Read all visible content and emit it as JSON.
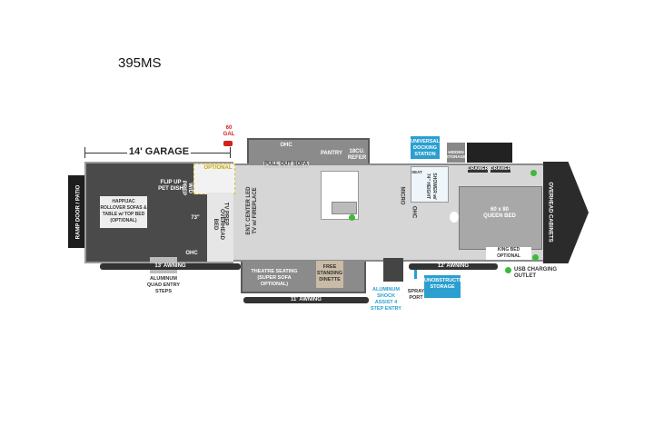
{
  "model": "395MS",
  "garage": {
    "dimension": "14' GARAGE",
    "fuel": "60 GAL",
    "optional": "OPTIONAL",
    "ramp_door": "RAMP DOOR / PATIO",
    "sofas": "HAPPIJAC ROLLOVER SOFAS & TABLE w/ TOP BED (OPTIONAL)",
    "pet_dish": "FLIP UP PET DISH",
    "wd_prep": "W/D PREP",
    "overhead_bed": "OVERHEAD BED",
    "height": "73\"",
    "tv_prep": "TV PREP",
    "ohc": "OHC",
    "steps": "ALUMINUM QUAD ENTRY STEPS"
  },
  "living": {
    "ohc": "OHC",
    "pull_out_sofa": "PULL OUT SOFA",
    "pantry": "PANTRY",
    "refer": "18CU. REFER",
    "ent_center": "ENT. CENTER LED TV w/ FIREPLACE",
    "theatre": "THEATRE SEATING (SUPER SOFA OPTIONAL)",
    "dinette": "FREE STANDING DINETTE",
    "entry": "ALUMINUM SHOCK ASSIST 4 STEP ENTRY",
    "spray_port": "SPRAY PORT",
    "micro": "MICRO"
  },
  "bath": {
    "shower": "SHOWER w/ 74\" HEIGHT",
    "seat": "SEAT",
    "ohc": "OHC"
  },
  "bedroom": {
    "hidden_storage": "HIDDEN STORAGE",
    "drawer1": "DRAWER",
    "drawer2": "DRAWER",
    "bed": "60 x 80 QUEEN BED",
    "king_optional": "KING BED OPTIONAL",
    "overhead_cabinets": "OVERHEAD CABINETS"
  },
  "badges": {
    "docking": "UNIVERSAL DOCKING STATION",
    "storage": "UNOBSTRUCTED STORAGE"
  },
  "awnings": {
    "a13": "13' AWNING",
    "a11": "11' AWNING",
    "a12": "12' AWNING"
  },
  "legend": {
    "usb": "USB CHARGING OUTLET"
  },
  "colors": {
    "accent_blue": "#2a9fd0",
    "usb_green": "#3bbb3b",
    "fuel_red": "#d42020"
  }
}
